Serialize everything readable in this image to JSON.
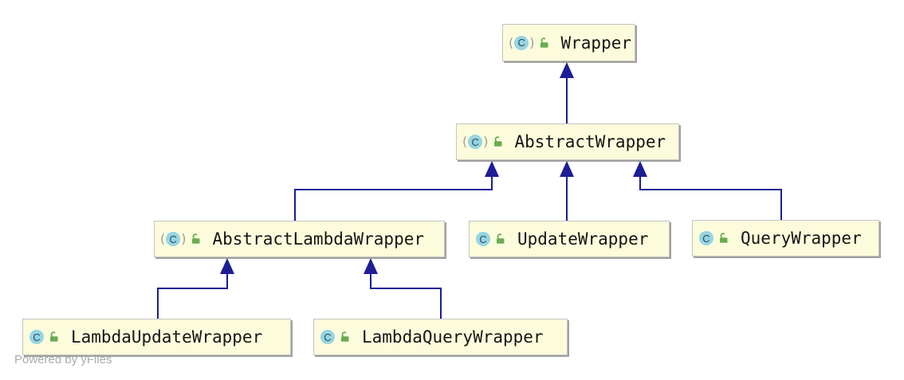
{
  "diagram": {
    "type": "uml-class-inheritance",
    "nodes": [
      {
        "id": "wrapper",
        "label": "Wrapper",
        "abstract": true
      },
      {
        "id": "abstract-wrapper",
        "label": "AbstractWrapper",
        "abstract": true
      },
      {
        "id": "abstract-lambda-wrapper",
        "label": "AbstractLambdaWrapper",
        "abstract": true
      },
      {
        "id": "update-wrapper",
        "label": "UpdateWrapper",
        "abstract": false
      },
      {
        "id": "query-wrapper",
        "label": "QueryWrapper",
        "abstract": false
      },
      {
        "id": "lambda-update-wrapper",
        "label": "LambdaUpdateWrapper",
        "abstract": false
      },
      {
        "id": "lambda-query-wrapper",
        "label": "LambdaQueryWrapper",
        "abstract": false
      }
    ],
    "edges": [
      {
        "from": "AbstractWrapper",
        "to": "Wrapper",
        "type": "extends"
      },
      {
        "from": "AbstractLambdaWrapper",
        "to": "AbstractWrapper",
        "type": "extends"
      },
      {
        "from": "UpdateWrapper",
        "to": "AbstractWrapper",
        "type": "extends"
      },
      {
        "from": "QueryWrapper",
        "to": "AbstractWrapper",
        "type": "extends"
      },
      {
        "from": "LambdaUpdateWrapper",
        "to": "AbstractLambdaWrapper",
        "type": "extends"
      },
      {
        "from": "LambdaQueryWrapper",
        "to": "AbstractLambdaWrapper",
        "type": "extends"
      }
    ],
    "icons": {
      "class_letter": "C",
      "abstract_paren_open": "(",
      "abstract_paren_close": ")",
      "class_icon_name": "class-icon",
      "lock_icon_name": "unlocked-padlock-icon"
    },
    "colors": {
      "node_background": "#FCFCDC",
      "node_border": "#C4C4C4",
      "edge": "#1D1D96",
      "class_icon_fill": "#95D5E2",
      "class_icon_letter": "#33475C",
      "lock_green": "#6AAB52",
      "footer_text": "#ABABAB"
    }
  },
  "footer": {
    "watermark": "Powered by yFiles"
  }
}
